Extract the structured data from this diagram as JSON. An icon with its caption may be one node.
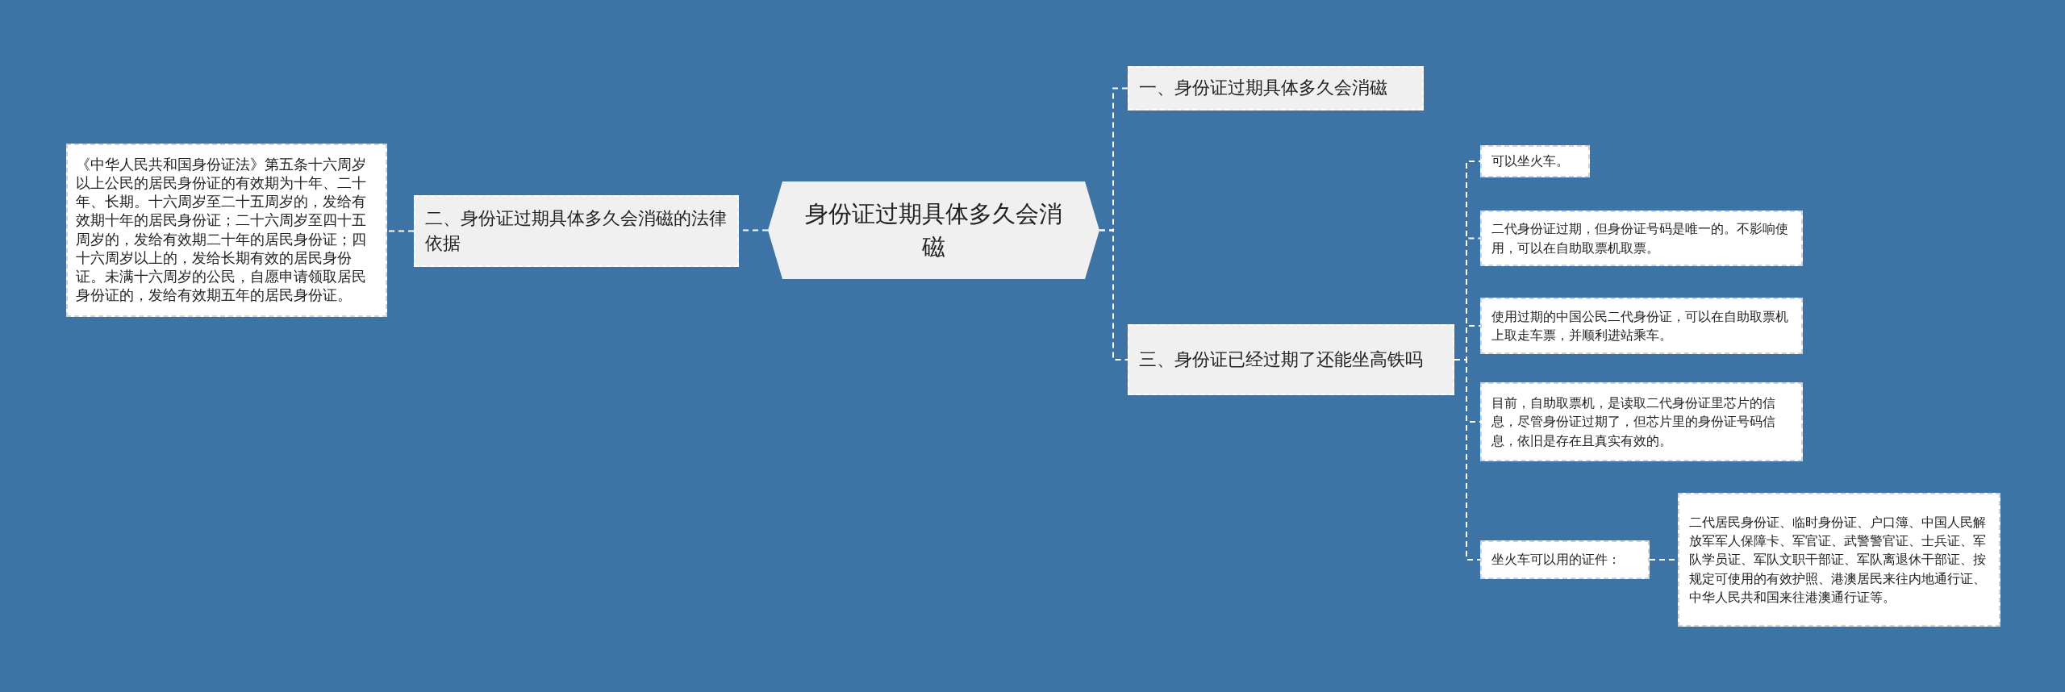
{
  "diagram": {
    "nodes": [
      {
        "text": [
          "身份证过期具体多久会消磁"
        ]
      },
      {
        "text": [
          "一、身份证过期具体多久会消磁"
        ]
      },
      {
        "text": [
          "二、身份证过期具体多久会消磁的法律依据"
        ]
      },
      {
        "text": [
          "《中华人民共和国身份证法》第五条十六周岁以上公民的居民身份证的有效期为十年、二十年、长期。十六周岁至二十五周岁的，发给有效期十年的居民身份证；二十六周岁至四十五周岁的，发给有效期二十年的居民身份证；四十六周岁以上的，发给长期有效的居民身份证。未满十六周岁的公民，自愿申请领取居民身份证的，发给有效期五年的居民身份证。"
        ]
      },
      {
        "text": [
          "三、身份证已经过期了还能坐高铁吗"
        ]
      },
      {
        "text": [
          "可以坐火车。"
        ]
      },
      {
        "text": [
          "二代身份证过期，但身份证号码是唯一的。不影响使用，可以在自助取票机取票。"
        ]
      },
      {
        "text": [
          "使用过期的中国公民二代身份证，可以在自助取票机上取走车票，并顺利进站乘车。"
        ]
      },
      {
        "text": [
          "目前，自助取票机，是读取二代身份证里芯片的信息，尽管身份证过期了，但芯片里的身份证号码信息，依旧是存在且真实有效的。"
        ]
      },
      {
        "text": [
          "坐火车可以用的证件："
        ]
      },
      {
        "text": [
          "二代居民身份证、临时身份证、户口簿、中国人民解放军军人保障卡、军官证、武警警官证、士兵证、军队学员证、军队文职干部证、军队离退休干部证、按规定可使用的有效护照、港澳居民来往内地通行证、中华人民共和国来往港澳通行证等。"
        ]
      }
    ],
    "edges": [
      {
        "from": 0,
        "to": 1,
        "arrow": "none"
      },
      {
        "from": 0,
        "to": 2,
        "arrow": "none"
      },
      {
        "from": 2,
        "to": 3,
        "arrow": "none"
      },
      {
        "from": 0,
        "to": 4,
        "arrow": "none"
      },
      {
        "from": 4,
        "to": 5,
        "arrow": "none"
      },
      {
        "from": 4,
        "to": 6,
        "arrow": "none"
      },
      {
        "from": 4,
        "to": 7,
        "arrow": "none"
      },
      {
        "from": 4,
        "to": 8,
        "arrow": "none"
      },
      {
        "from": 4,
        "to": 9,
        "arrow": "none"
      },
      {
        "from": 9,
        "to": 10,
        "arrow": "none"
      }
    ]
  }
}
